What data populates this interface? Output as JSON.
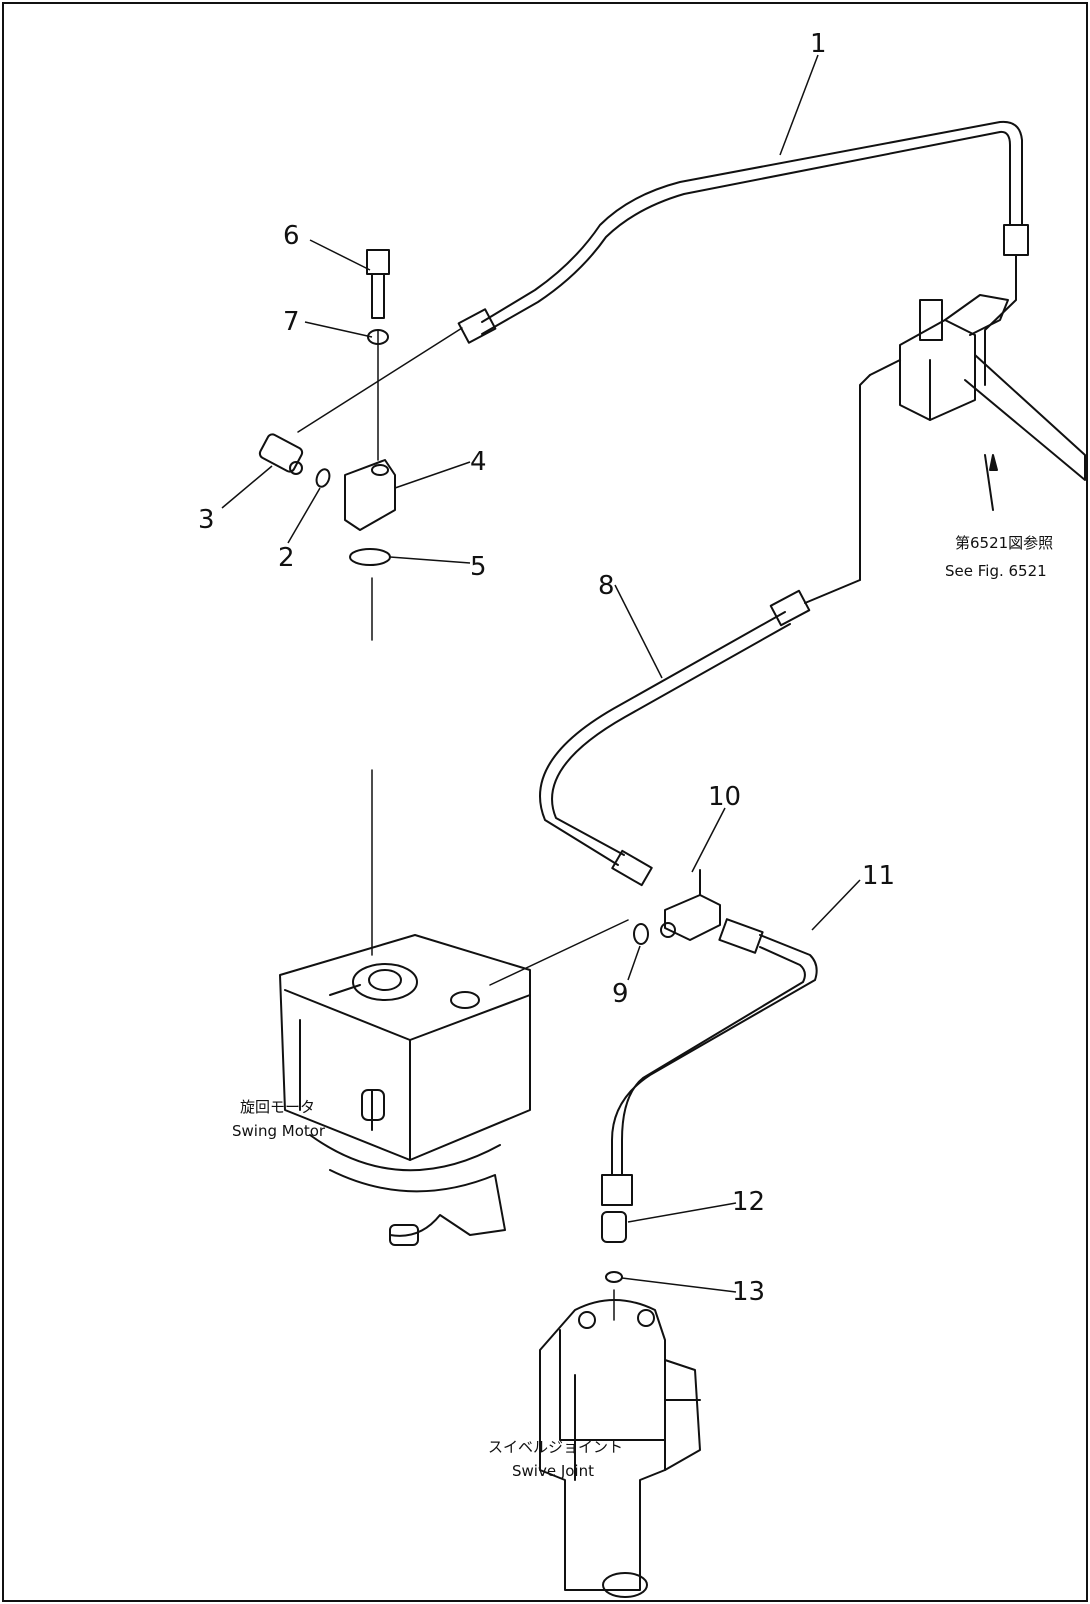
{
  "diagram": {
    "callouts": [
      "1",
      "2",
      "3",
      "4",
      "5",
      "6",
      "7",
      "8",
      "9",
      "10",
      "11",
      "12",
      "13"
    ],
    "captions": {
      "see_fig_jp": "第6521図参照",
      "see_fig_en": "See Fig. 6521",
      "swing_motor_jp": "旋回モータ",
      "swing_motor_en": "Swing Motor",
      "swivel_joint_jp": "スイベルジョイント",
      "swivel_joint_en": "Swive Joint"
    }
  }
}
